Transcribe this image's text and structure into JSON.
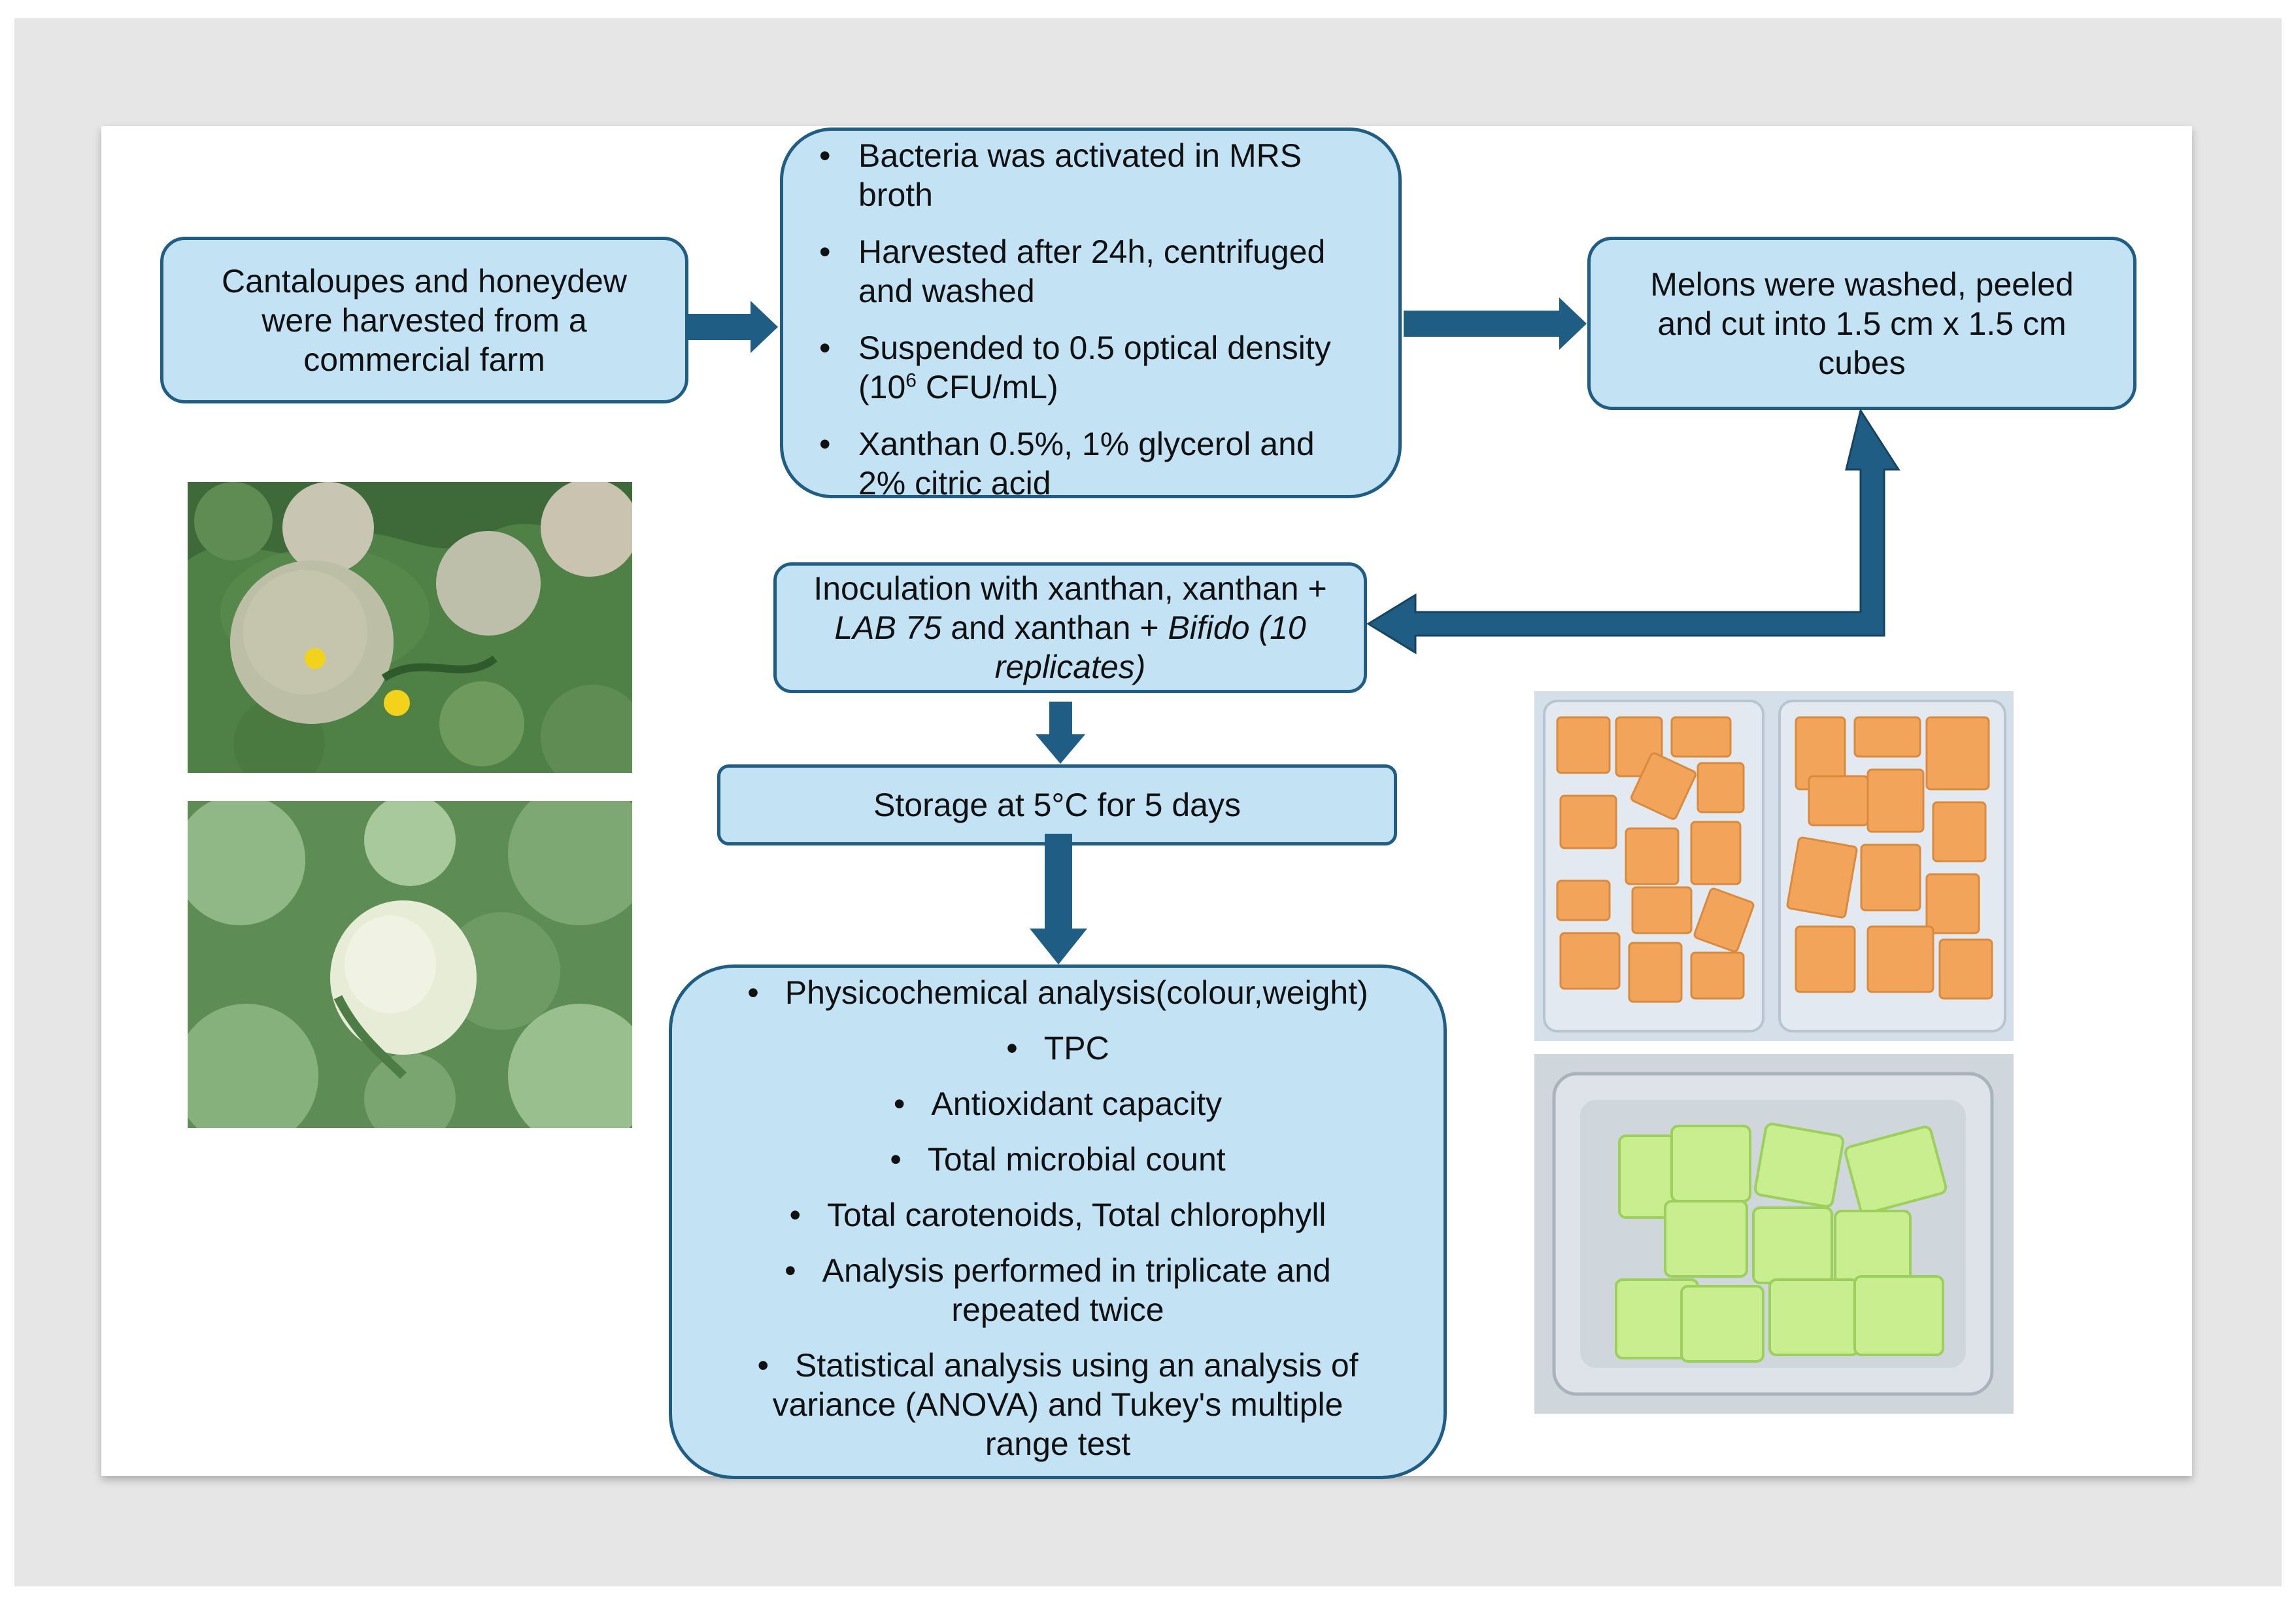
{
  "colors": {
    "box_fill": "#c3e3f5",
    "box_border": "#1f5d84",
    "arrow": "#1f5d84",
    "cantaloupe_flesh": "#f2a55a",
    "honeydew_flesh": "#c9ee8f"
  },
  "boxes": {
    "harvest": {
      "lines": [
        "Cantaloupes and honeydew",
        "were harvested from a",
        "commercial farm"
      ]
    },
    "bacteria": {
      "items": [
        {
          "lines": [
            "Bacteria was activated in MRS",
            "broth"
          ]
        },
        {
          "lines": [
            "Harvested after 24h, centrifuged",
            "and washed"
          ]
        },
        {
          "line1": "Suspended to 0.5 optical density",
          "pre": "(10",
          "sup": "6",
          "post": " CFU/mL)"
        },
        {
          "lines": [
            "Xanthan 0.5%, 1% glycerol and",
            "2% citric acid"
          ]
        }
      ]
    },
    "prep": {
      "lines": [
        "Melons were washed, peeled",
        "and cut into 1.5 cm x 1.5 cm",
        "cubes"
      ]
    },
    "inoculation": {
      "line1": "Inoculation with xanthan, xanthan +",
      "lab": "LAB 75",
      "mid": " and xanthan + ",
      "bifido": "Bifido (10",
      "line3": "replicates)"
    },
    "storage": {
      "text": "Storage at 5°C for 5 days"
    },
    "analysis": {
      "bullet": "•",
      "items": [
        {
          "lines": [
            "Physicochemical analysis(colour,weight)"
          ]
        },
        {
          "lines": [
            "TPC"
          ]
        },
        {
          "lines": [
            "Antioxidant capacity"
          ]
        },
        {
          "lines": [
            "Total microbial count"
          ]
        },
        {
          "lines": [
            "Total carotenoids, Total chlorophyll"
          ]
        },
        {
          "lines": [
            "Analysis performed in triplicate and",
            "repeated twice"
          ]
        },
        {
          "lines": [
            "Statistical analysis using an analysis of",
            "variance (ANOVA) and Tukey's multiple",
            "range test"
          ]
        }
      ]
    }
  },
  "photos": {
    "cantaloupe_field": "cantaloupe-field-photo",
    "honeydew_field": "honeydew-field-photo",
    "cantaloupe_cubes": "cantaloupe-cubes-photo",
    "honeydew_cubes": "honeydew-cubes-photo"
  }
}
